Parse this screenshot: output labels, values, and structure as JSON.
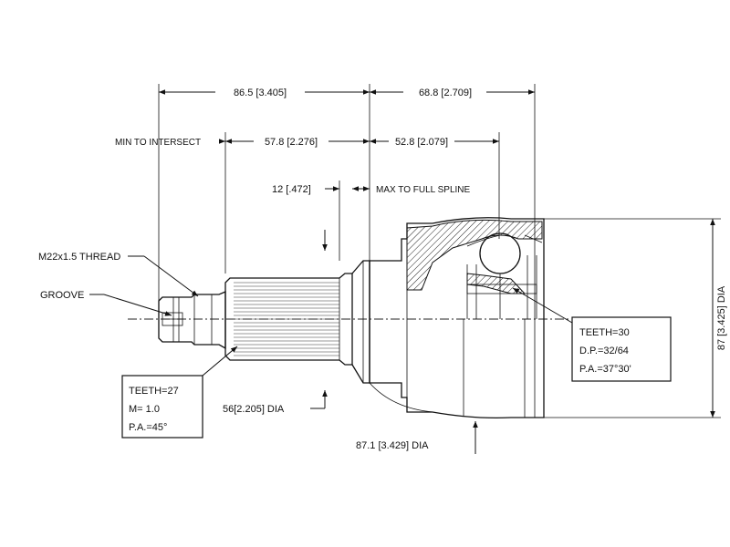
{
  "dimensions": {
    "overall_left": "86.5 [3.405]",
    "overall_right": "68.8 [2.709]",
    "min_to_intersect_label": "MIN TO INTERSECT",
    "min_to_intersect_value": "57.8 [2.276]",
    "spline_length": "52.8 [2.079]",
    "spline_offset": "12 [.472]",
    "max_full_spline": "MAX TO FULL SPLINE",
    "height": "87 [3.425] DIA",
    "dia_56": "56[2.205] DIA",
    "dia_87_1": "87.1 [3.429] DIA"
  },
  "callouts": {
    "thread": "M22x1.5 THREAD",
    "groove": "GROOVE"
  },
  "left_spec": {
    "teeth": "TEETH=27",
    "module": "M= 1.0",
    "pressure_angle": "P.A.=45°"
  },
  "right_spec": {
    "teeth": "TEETH=30",
    "diametral_pitch": "D.P.=32/64",
    "pressure_angle": "P.A.=37°30'"
  }
}
